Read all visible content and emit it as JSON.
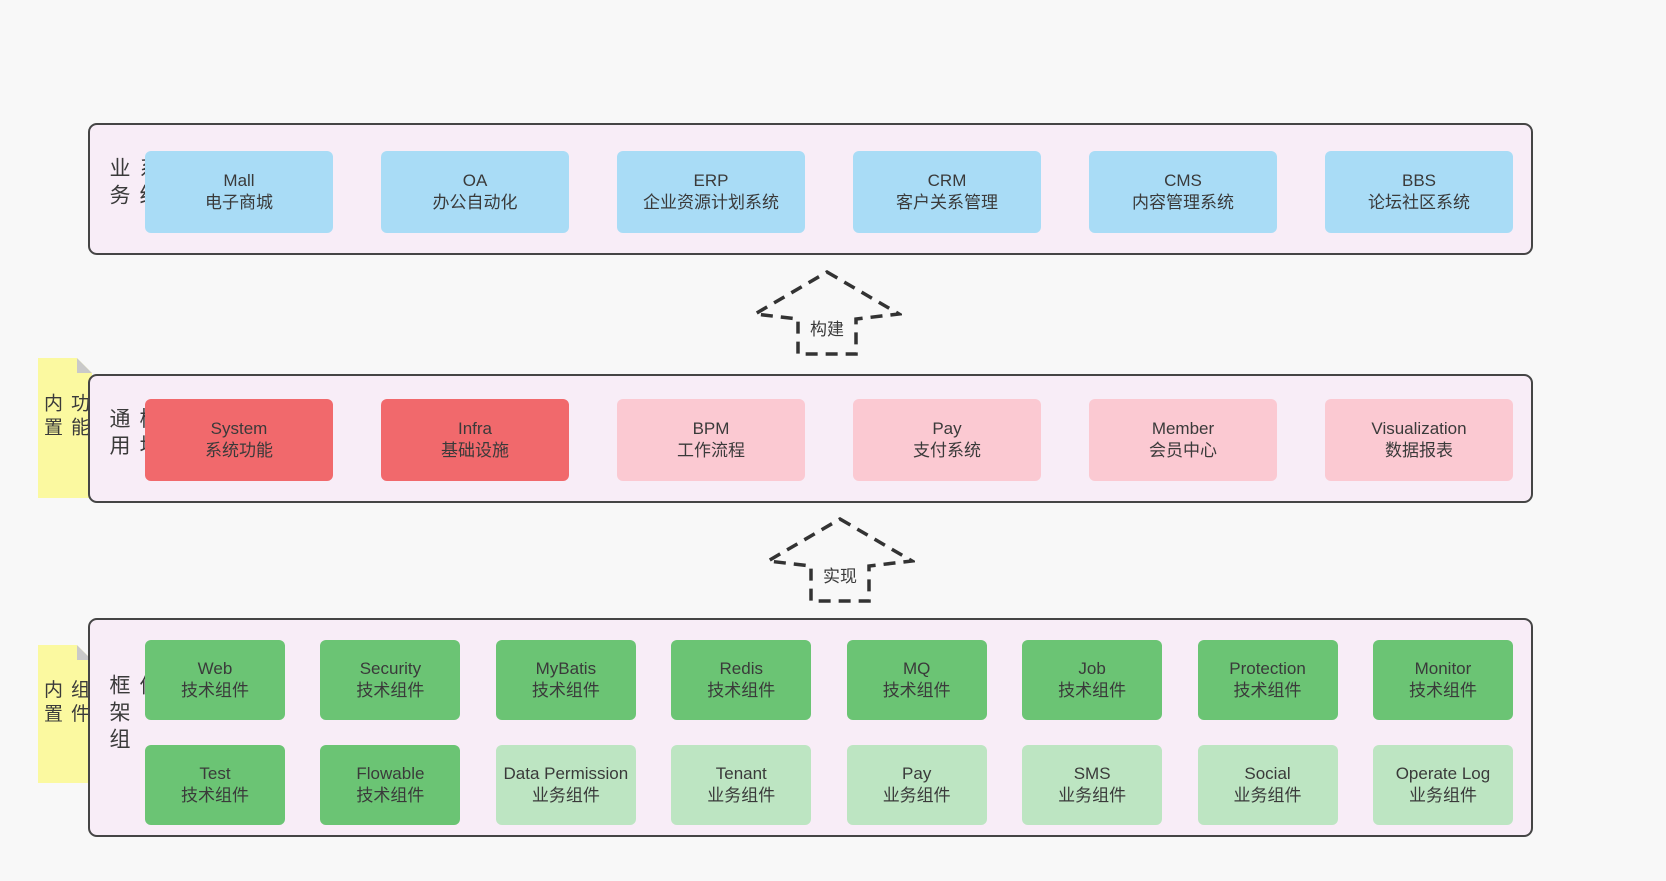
{
  "palette": {
    "page_bg": "#f8f8f8",
    "container_bg": "#f8edf7",
    "container_border": "#454545",
    "blue_box": "#a9dcf6",
    "red_box": "#f1696c",
    "pink_box": "#fbc9d2",
    "green_box": "#6bc474",
    "light_green_box": "#bde5c2",
    "sticky_bg": "#fbf9a0",
    "sticky_fold": "#c9c9c9",
    "text": "#3a3a3a"
  },
  "arrows": [
    {
      "label": "构建"
    },
    {
      "label": "实现"
    }
  ],
  "layers": [
    {
      "label": "业务系统",
      "boxes": [
        {
          "name": "Mall",
          "desc": "电子商城"
        },
        {
          "name": "OA",
          "desc": "办公自动化"
        },
        {
          "name": "ERP",
          "desc": "企业资源计划系统"
        },
        {
          "name": "CRM",
          "desc": "客户关系管理"
        },
        {
          "name": "CMS",
          "desc": "内容管理系统"
        },
        {
          "name": "BBS",
          "desc": "论坛社区系统"
        }
      ]
    },
    {
      "label": "通用模块",
      "sticky": "内置功能",
      "boxes": [
        {
          "name": "System",
          "desc": "系统功能",
          "variant": "red"
        },
        {
          "name": "Infra",
          "desc": "基础设施",
          "variant": "red"
        },
        {
          "name": "BPM",
          "desc": "工作流程",
          "variant": "pink"
        },
        {
          "name": "Pay",
          "desc": "支付系统",
          "variant": "pink"
        },
        {
          "name": "Member",
          "desc": "会员中心",
          "variant": "pink"
        },
        {
          "name": "Visualization",
          "desc": "数据报表",
          "variant": "pink"
        }
      ]
    },
    {
      "label": "框架组件",
      "sticky": "内置组件",
      "rows": [
        [
          {
            "name": "Web",
            "desc": "技术组件",
            "variant": "green"
          },
          {
            "name": "Security",
            "desc": "技术组件",
            "variant": "green"
          },
          {
            "name": "MyBatis",
            "desc": "技术组件",
            "variant": "green"
          },
          {
            "name": "Redis",
            "desc": "技术组件",
            "variant": "green"
          },
          {
            "name": "MQ",
            "desc": "技术组件",
            "variant": "green"
          },
          {
            "name": "Job",
            "desc": "技术组件",
            "variant": "green"
          },
          {
            "name": "Protection",
            "desc": "技术组件",
            "variant": "green"
          },
          {
            "name": "Monitor",
            "desc": "技术组件",
            "variant": "green"
          }
        ],
        [
          {
            "name": "Test",
            "desc": "技术组件",
            "variant": "green"
          },
          {
            "name": "Flowable",
            "desc": "技术组件",
            "variant": "green"
          },
          {
            "name": "Data Permission",
            "desc": "业务组件",
            "variant": "lightgreen"
          },
          {
            "name": "Tenant",
            "desc": "业务组件",
            "variant": "lightgreen"
          },
          {
            "name": "Pay",
            "desc": "业务组件",
            "variant": "lightgreen"
          },
          {
            "name": "SMS",
            "desc": "业务组件",
            "variant": "lightgreen"
          },
          {
            "name": "Social",
            "desc": "业务组件",
            "variant": "lightgreen"
          },
          {
            "name": "Operate Log",
            "desc": "业务组件",
            "variant": "lightgreen"
          }
        ]
      ]
    }
  ]
}
